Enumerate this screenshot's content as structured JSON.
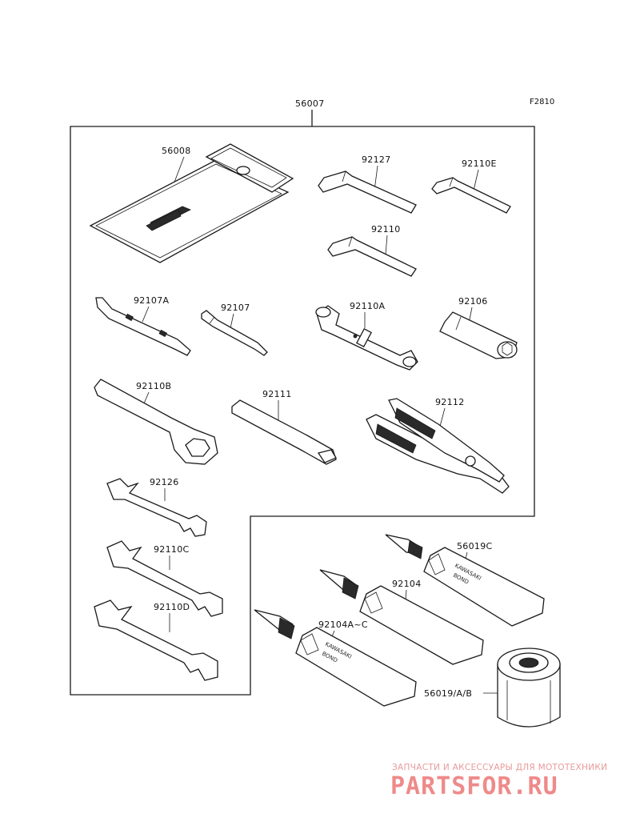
{
  "figure_code": "F2810",
  "kit": {
    "part": "56007"
  },
  "parts": {
    "pouch": "56008",
    "hex_key_long": "92127",
    "hex_key_small": "92110E",
    "hex_key_mid": "92110",
    "screwdriver_handle": "92107A",
    "screwdriver_bit": "92107",
    "spark_plug_wrench": "92110A",
    "socket_adapter": "92106",
    "ring_wrench": "92110B",
    "extension_bar": "92111",
    "pliers": "92112",
    "open_wrench_small": "92126",
    "open_wrench_mid": "92110C",
    "open_wrench_large": "92110D",
    "bond_tube_c": "56019C",
    "bond_tube": "92104",
    "bond_tube_ac": "92104A~C",
    "oil_filter": "56019/A/B"
  },
  "tube_print": {
    "brand": "KAWASAKI",
    "type": "BOND"
  },
  "watermark": {
    "tagline": "ЗАПЧАСТИ И АКСЕССУАРЫ ДЛЯ МОТОТЕХНИКИ",
    "site": "PARTSFOR.RU"
  }
}
